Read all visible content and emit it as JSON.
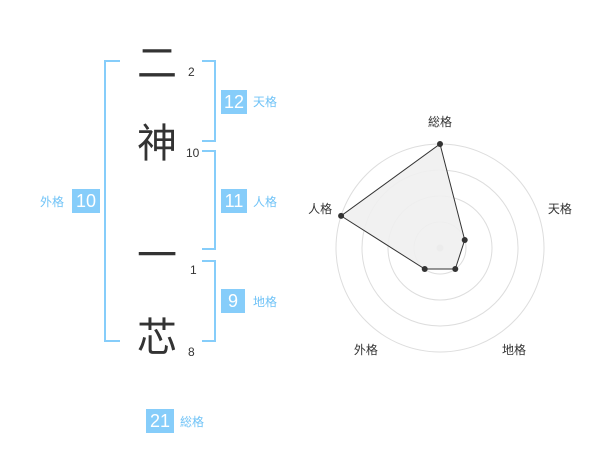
{
  "name": {
    "characters": [
      {
        "char": "二",
        "strokes": "2"
      },
      {
        "char": "神",
        "strokes": "10"
      },
      {
        "char": "一",
        "strokes": "1"
      },
      {
        "char": "芯",
        "strokes": "8"
      }
    ]
  },
  "kakusu": {
    "tenkaku": {
      "value": "12",
      "label": "天格"
    },
    "jinkaku": {
      "value": "11",
      "label": "人格"
    },
    "chikaku": {
      "value": "9",
      "label": "地格"
    },
    "gaikaku": {
      "value": "10",
      "label": "外格"
    },
    "soukaku": {
      "value": "21",
      "label": "総格"
    }
  },
  "chart_data": {
    "type": "radar",
    "axes": [
      "総格",
      "天格",
      "地格",
      "外格",
      "人格"
    ],
    "series": [
      {
        "values": [
          4,
          1,
          1,
          1,
          4
        ]
      }
    ],
    "range": [
      0,
      4
    ],
    "rings": 4,
    "colors": {
      "fill": "#efefef",
      "line": "#333333",
      "grid": "#dddddd",
      "center": "#cccccc"
    }
  }
}
